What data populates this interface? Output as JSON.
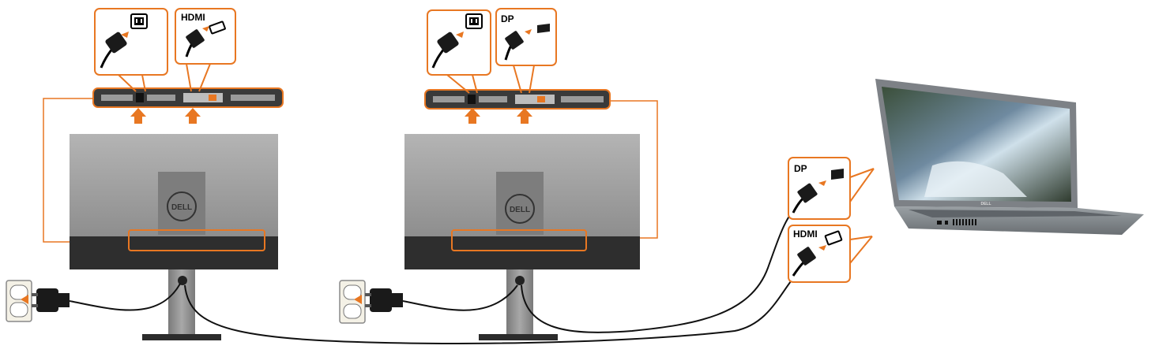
{
  "monitor1": {
    "power_callout": {
      "icon": "iec-power-connector-icon"
    },
    "video_callout": {
      "label": "HDMI",
      "icon": "hdmi-port-icon"
    },
    "brand": "DELL",
    "outlet_icon": "wall-outlet-icon"
  },
  "monitor2": {
    "power_callout": {
      "icon": "iec-power-connector-icon"
    },
    "video_callout": {
      "label": "DP",
      "icon": "displayport-port-icon"
    },
    "brand": "DELL",
    "outlet_icon": "wall-outlet-icon"
  },
  "laptop": {
    "brand": "DELL",
    "callouts": [
      {
        "label": "DP",
        "icon": "displayport-port-icon"
      },
      {
        "label": "HDMI",
        "icon": "hdmi-port-icon"
      }
    ]
  },
  "colors": {
    "accent": "#E87722",
    "monitor_body": "#9a9a9a",
    "monitor_bottom": "#2e2e2e",
    "cable": "#111111",
    "stand": "#8e8e8e"
  }
}
